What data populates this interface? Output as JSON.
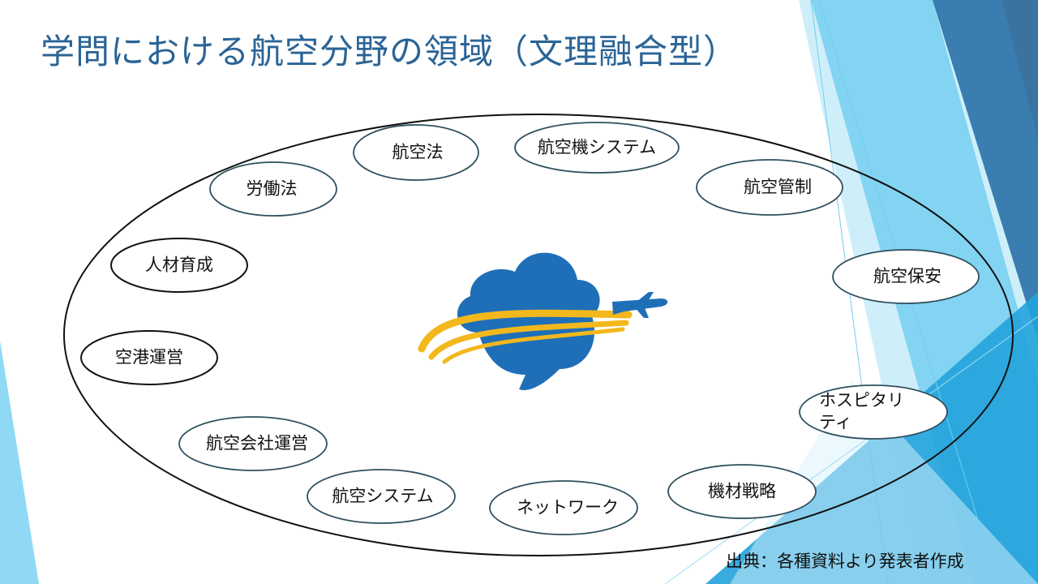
{
  "slide": {
    "title": "学問における航空分野の領域（文理融合型）",
    "source_note": "出典：各種資料より発表者作成"
  },
  "diagram": {
    "nodes": [
      {
        "id": "kokuho",
        "label": "航空法"
      },
      {
        "id": "kokuki-system",
        "label": "航空機システム"
      },
      {
        "id": "kokukansei",
        "label": "航空管制"
      },
      {
        "id": "kokuhoan",
        "label": "航空保安"
      },
      {
        "id": "hospitality",
        "label_line1": "ホスピタリ",
        "label_line2": "ティ"
      },
      {
        "id": "kizai-senryaku",
        "label": "機材戦略"
      },
      {
        "id": "network",
        "label": "ネットワーク"
      },
      {
        "id": "koku-system",
        "label": "航空システム"
      },
      {
        "id": "kokugaisha-unei",
        "label": "航空会社運営"
      },
      {
        "id": "kuko-unei",
        "label": "空港運営"
      },
      {
        "id": "jinzai-ikusei",
        "label": "人材育成"
      },
      {
        "id": "rodoho",
        "label": "労働法"
      }
    ]
  },
  "colors": {
    "title": "#2a6496",
    "ellipse_stroke": "#2f4f5f",
    "cloud": "#1f6fb8",
    "swoosh": "#f2b81c",
    "deco_light": "#7fd3f2",
    "deco_mid": "#2ca7de",
    "deco_dark": "#2a6496"
  },
  "icons": [
    "cloud-airplane-logo"
  ]
}
